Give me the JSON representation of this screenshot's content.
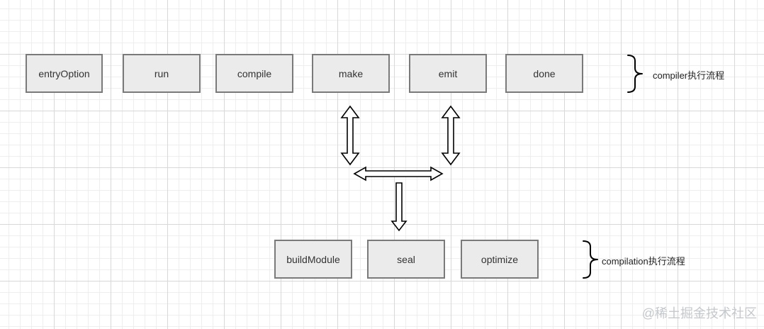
{
  "compiler_flow": {
    "nodes": [
      "entryOption",
      "run",
      "compile",
      "make",
      "emit",
      "done"
    ],
    "label": "compiler执行流程"
  },
  "compilation_flow": {
    "nodes": [
      "buildModule",
      "seal",
      "optimize"
    ],
    "label": "compilation执行流程"
  },
  "watermark": "@稀土掘金技术社区",
  "colors": {
    "node_fill": "#ebebeb",
    "node_border": "#7a7a7a",
    "arrow_stroke": "#000000"
  }
}
